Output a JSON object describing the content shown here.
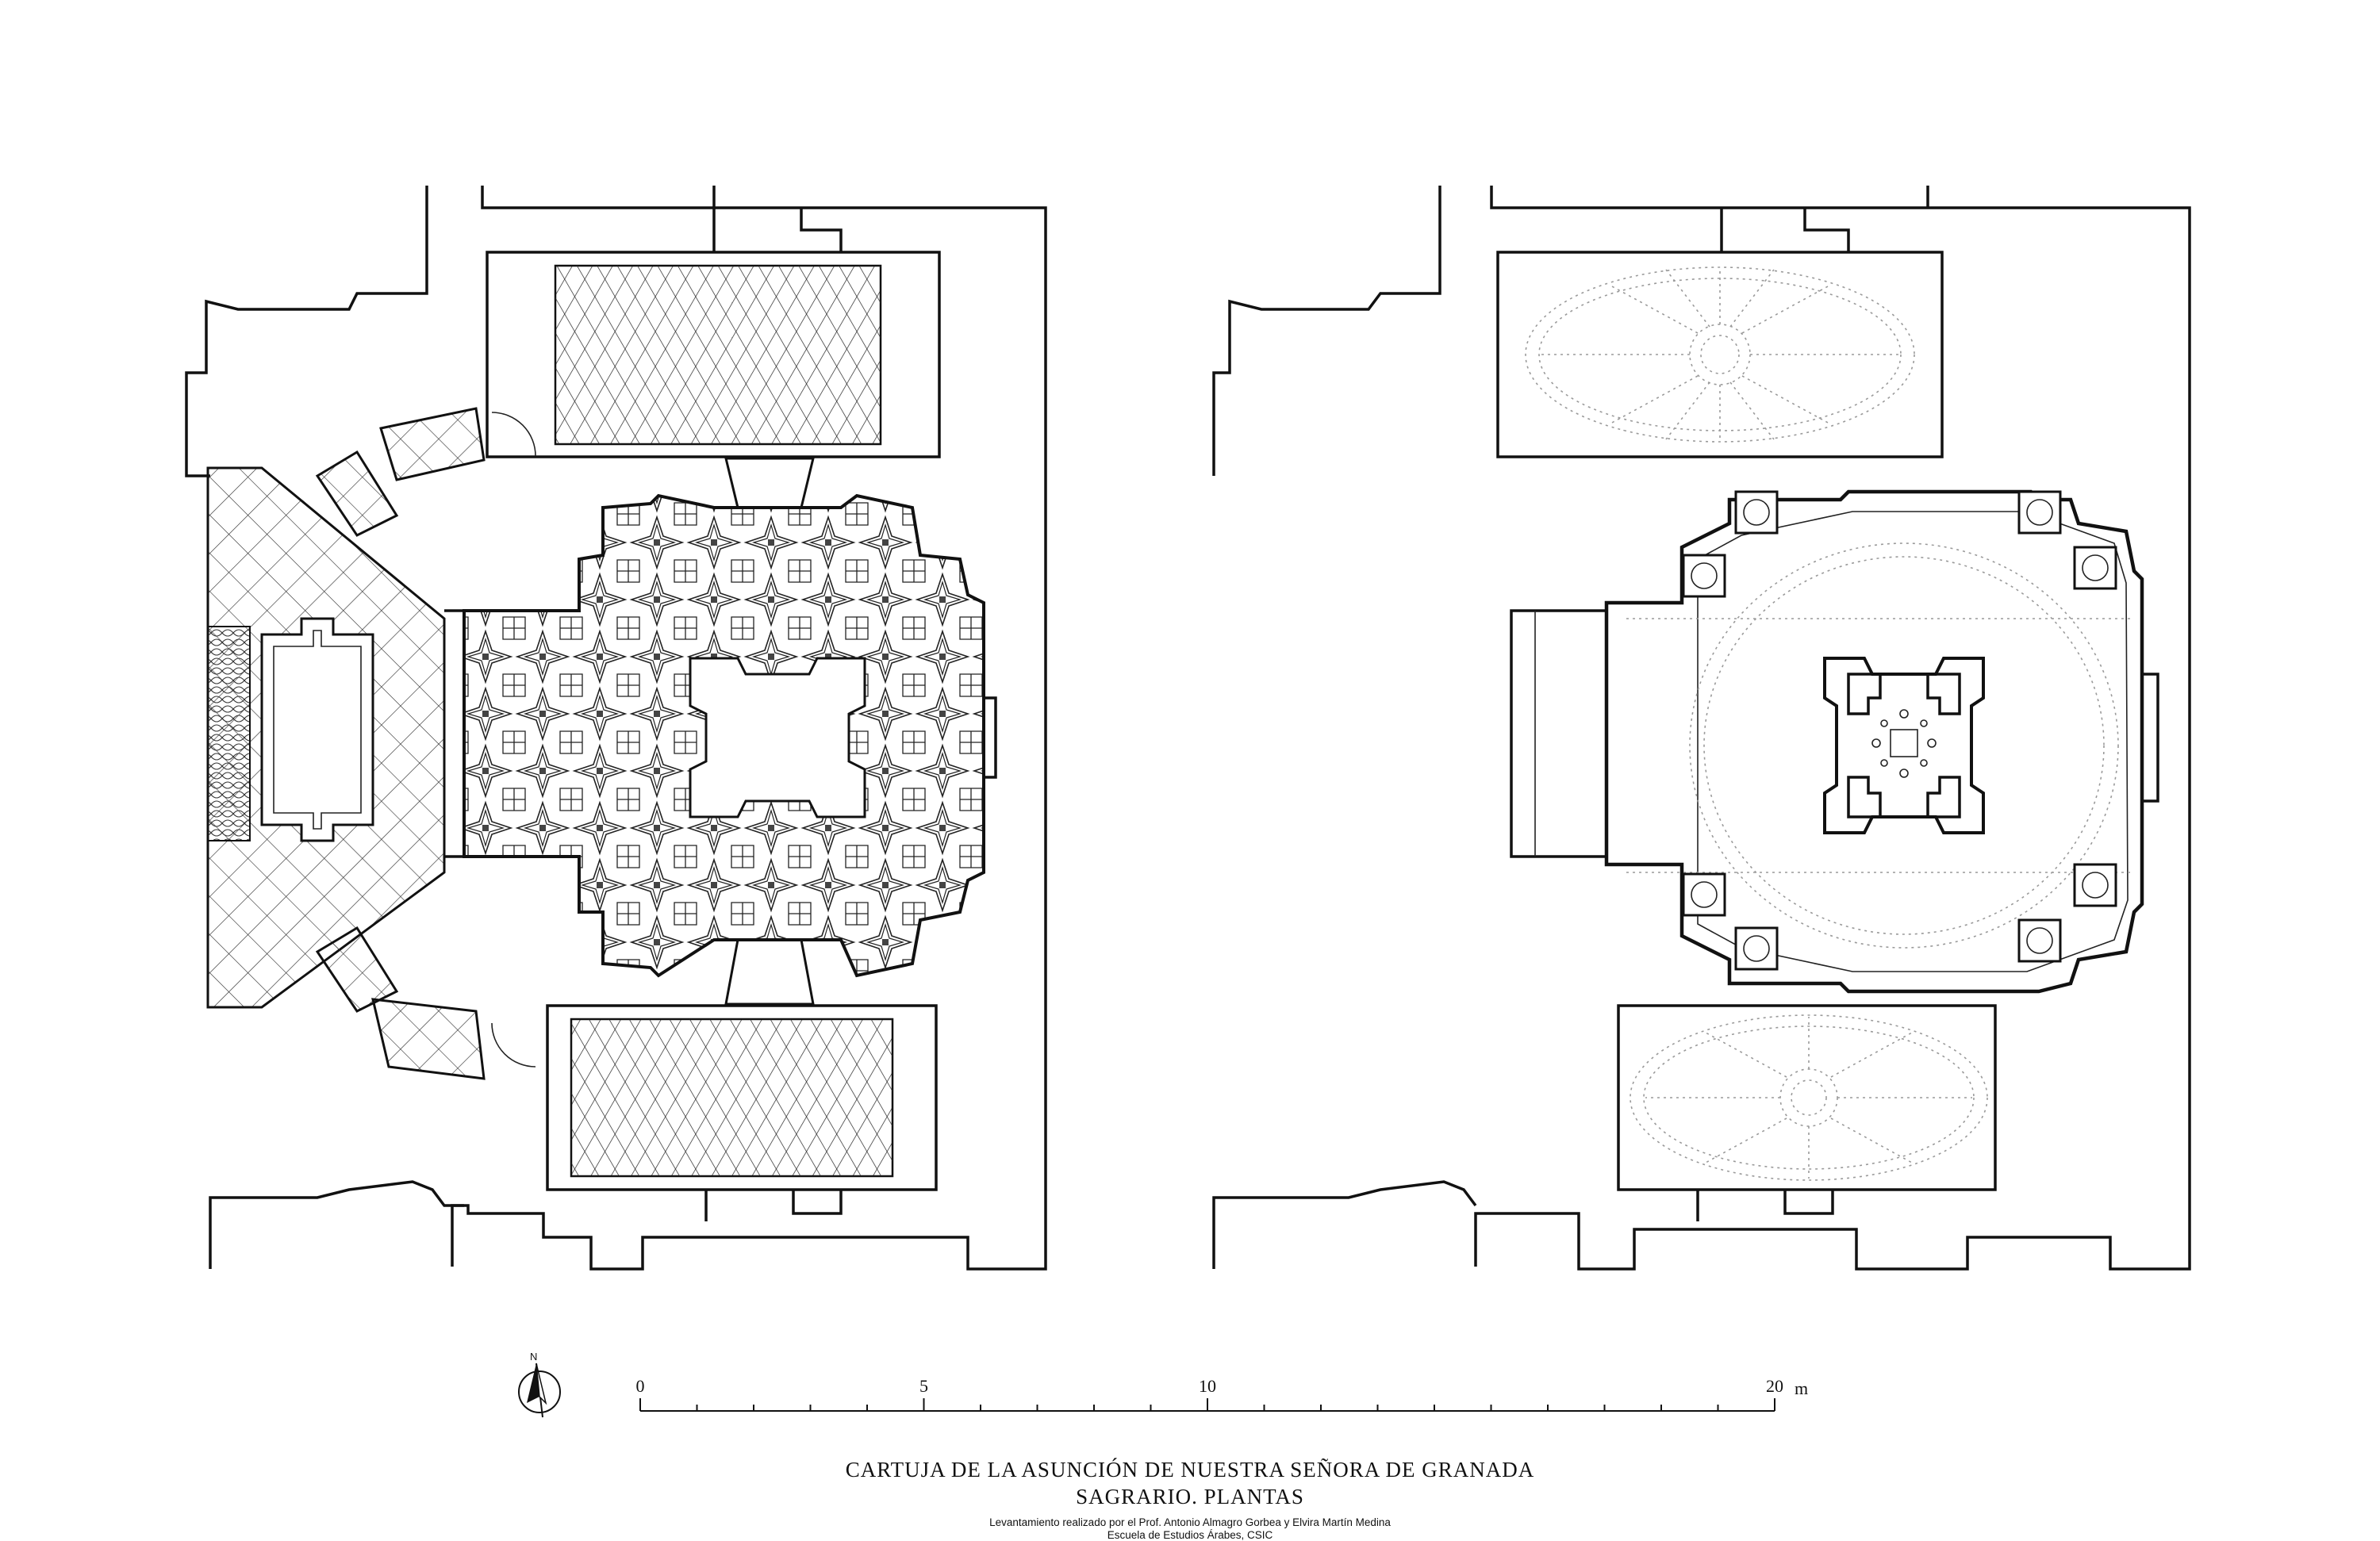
{
  "title": "CARTUJA DE LA ASUNCIÓN DE NUESTRA SEÑORA DE GRANADA",
  "subtitle": "SAGRARIO. PLANTAS",
  "credit_line1": "Levantamiento realizado por el Prof. Antonio Almagro Gorbea y Elvira Martín Medina",
  "credit_line2": "Escuela de Estudios Árabes, CSIC",
  "north_label": "N",
  "scale": {
    "labels": [
      "0",
      "5",
      "10",
      "20"
    ],
    "label_values": [
      0,
      5,
      10,
      20
    ],
    "max": 20,
    "minor_step": 1,
    "unit": "m"
  },
  "colors": {
    "ink": "#111111",
    "dotted": "#9a9a9a",
    "paper": "#ffffff"
  }
}
